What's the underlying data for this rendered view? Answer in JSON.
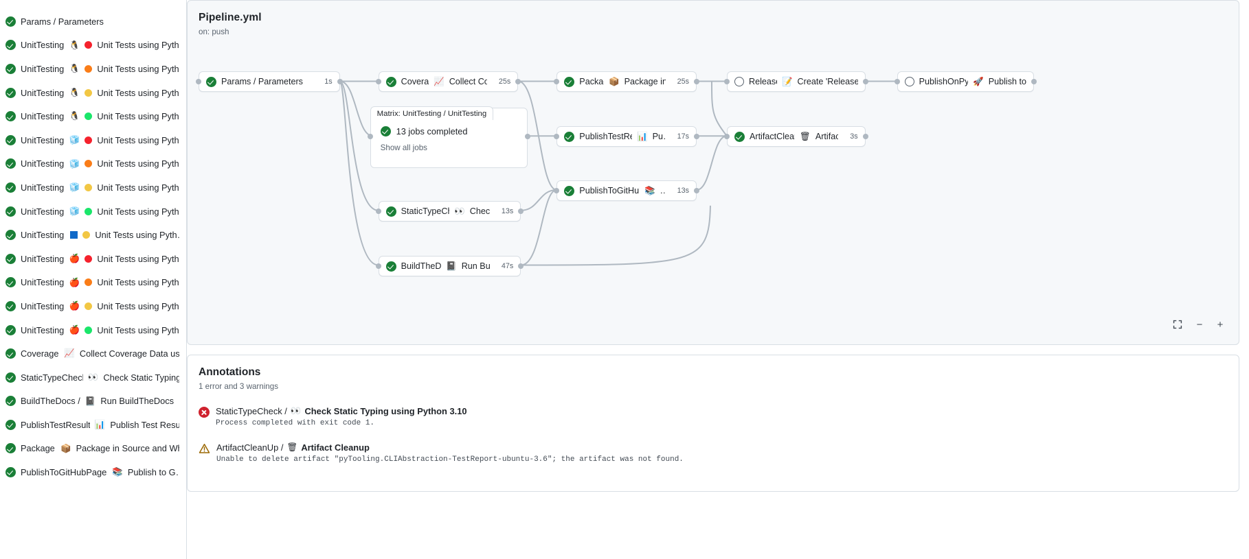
{
  "sidebar": {
    "items": [
      {
        "status": "success",
        "name": "Params / Parameters",
        "icons": []
      },
      {
        "status": "success",
        "name": "UnitTesting / ",
        "icons": [
          "penguin",
          "dot-red"
        ],
        "tail": "Unit Tests using Pyth…"
      },
      {
        "status": "success",
        "name": "UnitTesting / ",
        "icons": [
          "penguin",
          "dot-orange"
        ],
        "tail": "Unit Tests using Pyth…"
      },
      {
        "status": "success",
        "name": "UnitTesting / ",
        "icons": [
          "penguin",
          "dot-yellow"
        ],
        "tail": "Unit Tests using Pyth…"
      },
      {
        "status": "success",
        "name": "UnitTesting / ",
        "icons": [
          "penguin",
          "dot-green"
        ],
        "tail": "Unit Tests using Pyth…"
      },
      {
        "status": "success",
        "name": "UnitTesting / ",
        "icons": [
          "cube",
          "dot-red"
        ],
        "tail": "Unit Tests using Pyth…"
      },
      {
        "status": "success",
        "name": "UnitTesting / ",
        "icons": [
          "cube",
          "dot-orange"
        ],
        "tail": "Unit Tests using Pyth…"
      },
      {
        "status": "success",
        "name": "UnitTesting / ",
        "icons": [
          "cube",
          "dot-yellow"
        ],
        "tail": "Unit Tests using Pyth…"
      },
      {
        "status": "success",
        "name": "UnitTesting / ",
        "icons": [
          "cube",
          "dot-green"
        ],
        "tail": "Unit Tests using Pyth…"
      },
      {
        "status": "success",
        "name": "UnitTesting / ",
        "icons": [
          "blue-square",
          "dot-yellow"
        ],
        "tail": "Unit Tests using Pyth…"
      },
      {
        "status": "success",
        "name": "UnitTesting / ",
        "icons": [
          "apple",
          "dot-red"
        ],
        "tail": "Unit Tests using Pyth…"
      },
      {
        "status": "success",
        "name": "UnitTesting / ",
        "icons": [
          "apple",
          "dot-orange"
        ],
        "tail": "Unit Tests using Pyth…"
      },
      {
        "status": "success",
        "name": "UnitTesting / ",
        "icons": [
          "apple",
          "dot-yellow"
        ],
        "tail": "Unit Tests using Pyth…"
      },
      {
        "status": "success",
        "name": "UnitTesting / ",
        "icons": [
          "apple",
          "dot-green"
        ],
        "tail": "Unit Tests using Pyth…"
      },
      {
        "status": "success",
        "name": "Coverage / ",
        "icons": [
          "chart"
        ],
        "tail": "Collect Coverage Data usi…"
      },
      {
        "status": "success",
        "name": "StaticTypeCheck / ",
        "icons": [
          "eyes"
        ],
        "tail": "Check Static Typing…"
      },
      {
        "status": "success",
        "name": "BuildTheDocs / ",
        "icons": [
          "notebook"
        ],
        "tail": "Run BuildTheDocs"
      },
      {
        "status": "success",
        "name": "PublishTestResults / ",
        "icons": [
          "barchart"
        ],
        "tail": "Publish Test Resu…"
      },
      {
        "status": "success",
        "name": "Package / ",
        "icons": [
          "package"
        ],
        "tail": "Package in Source and Wh…"
      },
      {
        "status": "success",
        "name": "PublishToGitHubPages / ",
        "icons": [
          "books"
        ],
        "tail": "Publish to G…"
      }
    ]
  },
  "graph": {
    "title": "Pipeline.yml",
    "trigger": "on: push",
    "matrix_label": "Matrix: UnitTesting / UnitTesting",
    "nodes": [
      {
        "id": "params",
        "status": "success",
        "label": "Params / Parameters",
        "duration": "1s",
        "emoji": ""
      },
      {
        "id": "coverage",
        "status": "success",
        "label_pre": "Coverage / ",
        "emoji": "chart",
        "label_post": "Collect Cove…",
        "duration": "25s"
      },
      {
        "id": "statictype",
        "status": "success",
        "label_pre": "StaticTypeCheck / ",
        "emoji": "eyes",
        "label_post": "Chec…",
        "duration": "13s"
      },
      {
        "id": "builddocs",
        "status": "success",
        "label_pre": "BuildTheDocs / ",
        "emoji": "notebook",
        "label_post": "Run Buil…",
        "duration": "47s"
      },
      {
        "id": "package",
        "status": "success",
        "label_pre": "Package / ",
        "emoji": "package",
        "label_post": "Package in So…",
        "duration": "25s"
      },
      {
        "id": "publishtest",
        "status": "success",
        "label_pre": "PublishTestResults / ",
        "emoji": "barchart",
        "label_post": "Pu…",
        "duration": "17s"
      },
      {
        "id": "ghpages",
        "status": "success",
        "label_pre": "PublishToGitHubPages / ",
        "emoji": "books",
        "label_post": "…",
        "duration": "13s"
      },
      {
        "id": "release",
        "status": "pending",
        "label_pre": "Release / ",
        "emoji": "memo",
        "label_post": "Create 'Release P…",
        "duration": ""
      },
      {
        "id": "cleanup",
        "status": "success",
        "label_pre": "ArtifactCleanUp / ",
        "emoji": "wastebasket",
        "label_post": "Artifac…",
        "duration": "3s"
      },
      {
        "id": "pypi",
        "status": "pending",
        "label_pre": "PublishOnPyPI / ",
        "emoji": "rocket",
        "label_post": "Publish to …",
        "duration": ""
      }
    ],
    "matrix_jobs_text": "13 jobs completed",
    "matrix_show_all": "Show all jobs",
    "zoom": {
      "fit": "fit-screen-icon",
      "out": "−",
      "in": "+"
    }
  },
  "annotations": {
    "title": "Annotations",
    "summary": "1 error and 3 warnings",
    "items": [
      {
        "severity": "error",
        "job_pre": "StaticTypeCheck / ",
        "emoji": "eyes",
        "job_post": "Check Static Typing using Python 3.10",
        "message": "Process completed with exit code 1."
      },
      {
        "severity": "warning",
        "job_pre": "ArtifactCleanUp / ",
        "emoji": "wastebasket",
        "job_post": "Artifact Cleanup",
        "message": "Unable to delete artifact \"pyTooling.CLIAbstraction-TestReport-ubuntu-3.6\"; the artifact was not found."
      }
    ]
  },
  "colors": {
    "success": "#1a7f37",
    "error": "#cf222e",
    "warning": "#9a6700",
    "border": "#d8dee4",
    "canvas": "#f6f8fa",
    "muted": "#59636e",
    "dot_red": "#f5222d",
    "dot_orange": "#fa7d18",
    "dot_yellow": "#f2c744",
    "dot_green": "#1ae66a",
    "blue_square": "#1069c8"
  }
}
